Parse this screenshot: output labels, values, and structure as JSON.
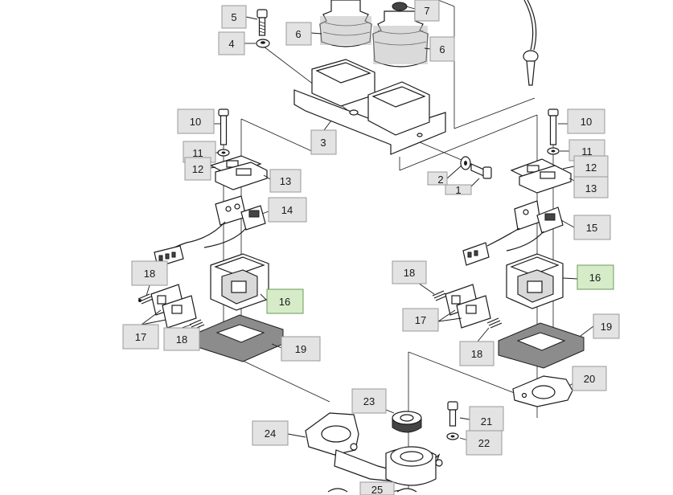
{
  "callouts": [
    {
      "id": "c5",
      "label": "5"
    },
    {
      "id": "c4",
      "label": "4"
    },
    {
      "id": "c6a",
      "label": "6"
    },
    {
      "id": "c7",
      "label": "7"
    },
    {
      "id": "c6b",
      "label": "6"
    },
    {
      "id": "c10a",
      "label": "10"
    },
    {
      "id": "c11a",
      "label": "11"
    },
    {
      "id": "c12a",
      "label": "12"
    },
    {
      "id": "c13a",
      "label": "13"
    },
    {
      "id": "c3",
      "label": "3"
    },
    {
      "id": "c14",
      "label": "14"
    },
    {
      "id": "c18a",
      "label": "18"
    },
    {
      "id": "c16a",
      "label": "16",
      "highlight": true
    },
    {
      "id": "c17a",
      "label": "17"
    },
    {
      "id": "c18b",
      "label": "18"
    },
    {
      "id": "c19a",
      "label": "19"
    },
    {
      "id": "c2",
      "label": "2"
    },
    {
      "id": "c1",
      "label": "1"
    },
    {
      "id": "c10b",
      "label": "10"
    },
    {
      "id": "c11b",
      "label": "11"
    },
    {
      "id": "c12b",
      "label": "12"
    },
    {
      "id": "c13b",
      "label": "13"
    },
    {
      "id": "c15",
      "label": "15"
    },
    {
      "id": "c18c",
      "label": "18"
    },
    {
      "id": "c16b",
      "label": "16",
      "highlight": true
    },
    {
      "id": "c17b",
      "label": "17"
    },
    {
      "id": "c18d",
      "label": "18"
    },
    {
      "id": "c19b",
      "label": "19"
    },
    {
      "id": "c20",
      "label": "20"
    },
    {
      "id": "c23",
      "label": "23"
    },
    {
      "id": "c24",
      "label": "24"
    },
    {
      "id": "c21",
      "label": "21"
    },
    {
      "id": "c22",
      "label": "22"
    },
    {
      "id": "c25",
      "label": "25"
    }
  ],
  "colors": {
    "ink": "#1a1a1a",
    "callout_fill": "#e3e3e3",
    "callout_highlight_fill": "#d6ecc9"
  }
}
